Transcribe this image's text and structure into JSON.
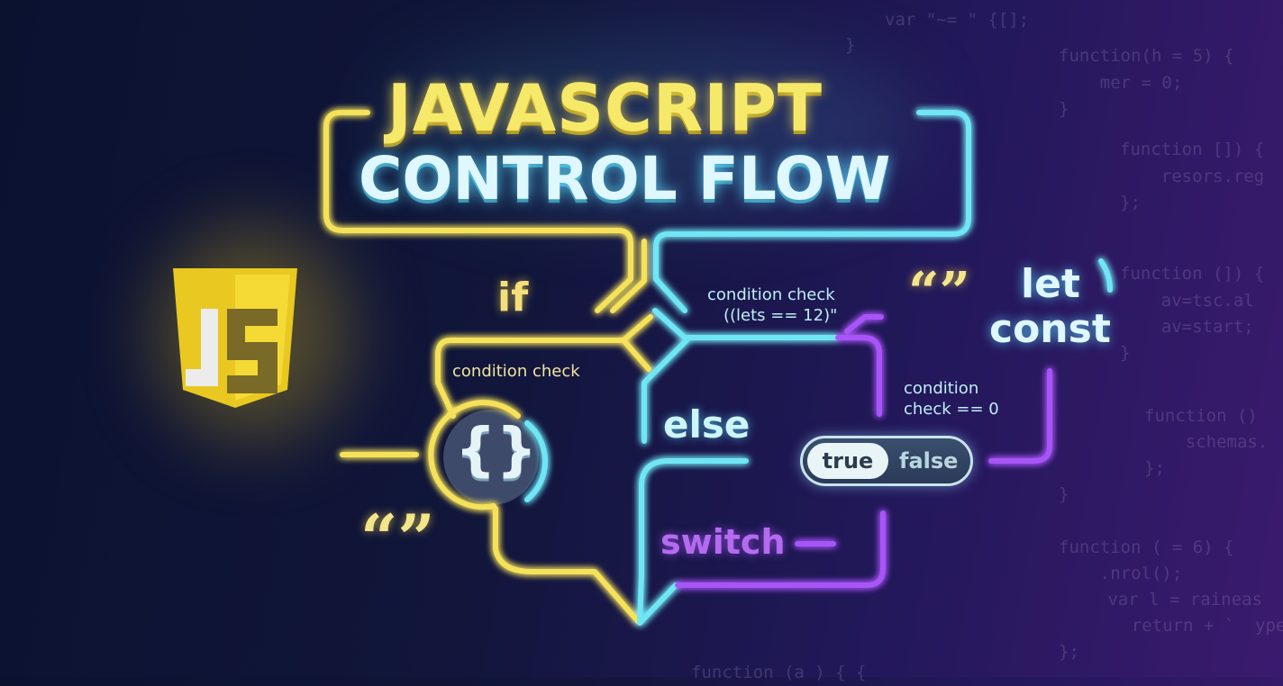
{
  "title": {
    "line1": "JAVASCRIPT",
    "line2": "CONTROL FLOW"
  },
  "logo": {
    "label": "JS",
    "color": "#f0d531"
  },
  "keywords": {
    "if": "if",
    "else": "else",
    "switch": "switch",
    "let": "let",
    "const": "const"
  },
  "labels": {
    "if_condition": "condition check",
    "branch_condition_line1": "condition check",
    "branch_condition_line2": "((lets == 12)\"",
    "zero_condition_line1": "condition",
    "zero_condition_line2": "check  == 0"
  },
  "toggle": {
    "true_label": "true",
    "false_label": "false",
    "selected": "true"
  },
  "symbols": {
    "braces": "{}",
    "quote_open": "“”",
    "quote_left": "“”"
  },
  "colors": {
    "yellow": "#f5e25a",
    "cyan": "#6fe6f5",
    "purple": "#a855f7",
    "background": "#11163a"
  },
  "background_code": [
    "var \"~= \" {[];",
    "}",
    "function(h = 5) {",
    "    mer = 0;",
    "}",
    "function []) {",
    "    resors.reg",
    "};",
    "function (]) {",
    "    av=tsc.al",
    "    av=start;",
    "}",
    "function ()",
    "    schemas.",
    "};",
    "}",
    "function ( = 6) {",
    "    .nrol();",
    "   var l = raineas",
    "    return + `  ype",
    "};",
    "function (a ) { {"
  ]
}
